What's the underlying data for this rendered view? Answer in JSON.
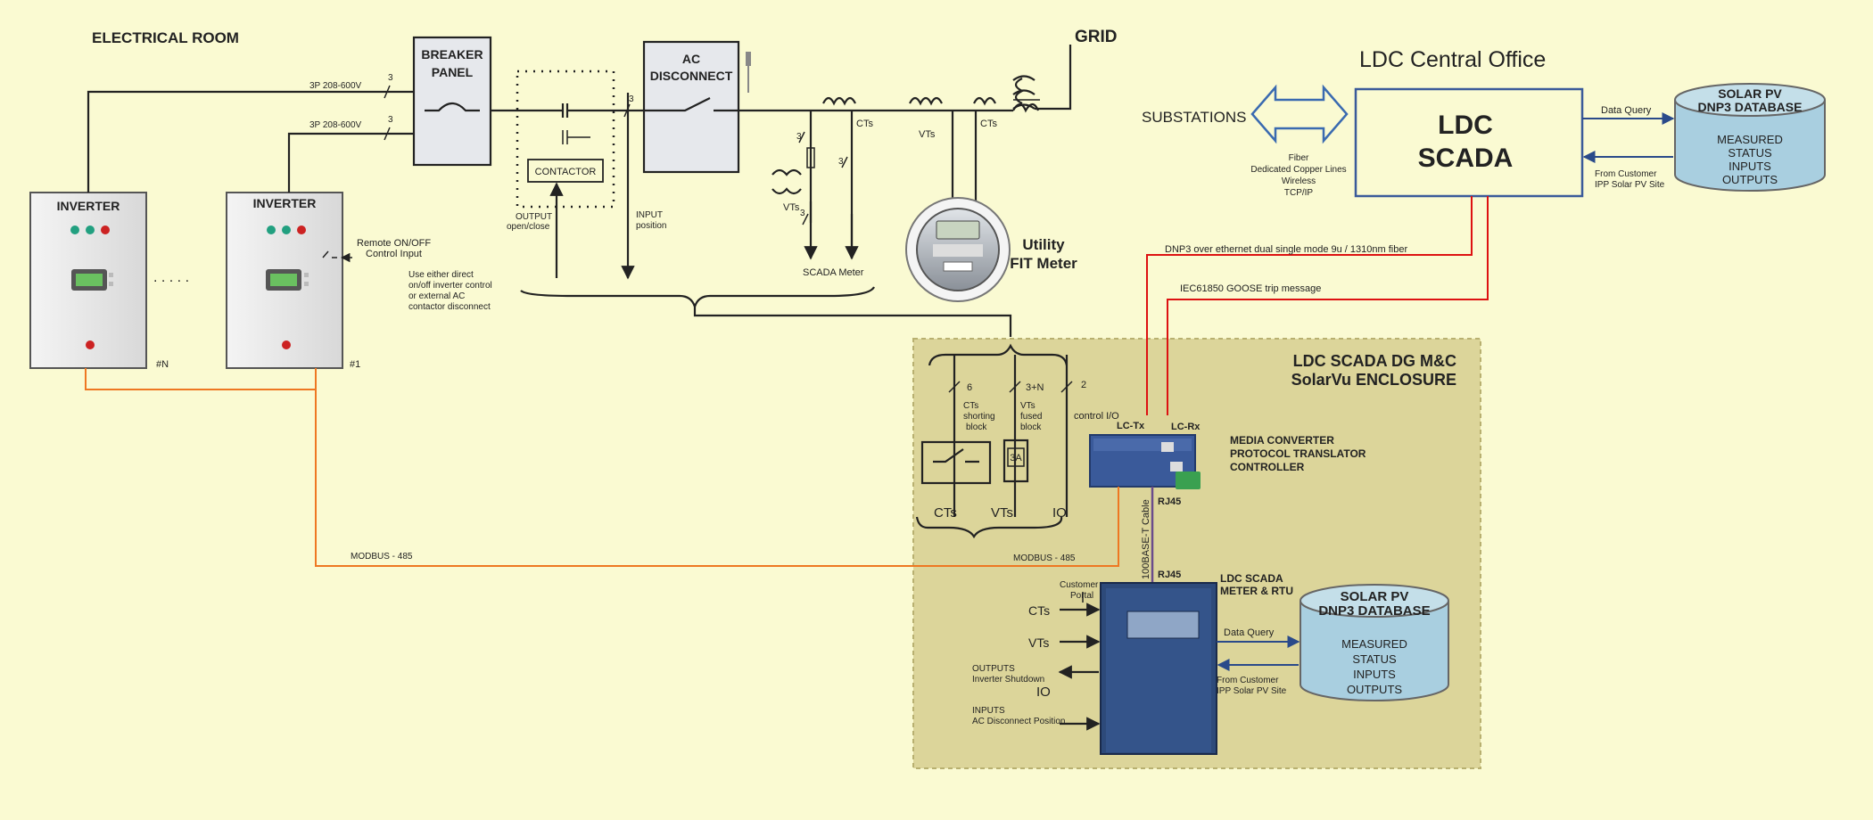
{
  "labels": {
    "electrical_room": "ELECTRICAL ROOM",
    "grid": "GRID",
    "ldc_central_office": "LDC Central Office",
    "substations": "SUBSTATIONS",
    "scada_line1": "LDC",
    "scada_line2": "SCADA",
    "link_types": [
      "Fiber",
      "Dedicated Copper Lines",
      "Wireless",
      "TCP/IP"
    ],
    "db_top_title": [
      "SOLAR PV",
      "DNP3 DATABASE"
    ],
    "db_top_items": [
      "MEASURED",
      "STATUS",
      "INPUTS",
      "OUTPUTS"
    ],
    "data_query": "Data Query",
    "from_customer": [
      "From Customer",
      "IPP Solar PV Site"
    ],
    "breaker_panel": [
      "BREAKER",
      "PANEL"
    ],
    "ac_disconnect": [
      "AC",
      "DISCONNECT"
    ],
    "contactor": "CONTACTOR",
    "feed_label": "3P 208-600V",
    "n3": "3",
    "n6": "6",
    "n3n": "3+N",
    "n2": "2",
    "inverter": "INVERTER",
    "inv_n": "#N",
    "inv_1": "#1",
    "ellipsis": ". . . . .",
    "remote_onoff": [
      "Remote ON/OFF",
      "Control Input"
    ],
    "use_either": [
      "Use either direct",
      "on/off inverter control",
      "or external AC",
      "contactor disconnect"
    ],
    "output_oc": [
      "OUTPUT",
      "open/close"
    ],
    "input_pos": [
      "INPUT",
      "position"
    ],
    "cts": "CTs",
    "vts": "VTs",
    "scada_meter": "SCADA Meter",
    "utility_fit": [
      "Utility",
      "FIT Meter"
    ],
    "dnp3_fiber": "DNP3 over ethernet dual single mode 9u / 1310nm  fiber",
    "goose": "IEC61850 GOOSE trip message",
    "enclosure_title": [
      "LDC SCADA DG M&C",
      "SolarVu ENCLOSURE"
    ],
    "lc_tx": "LC-Tx",
    "lc_rx": "LC-Rx",
    "media_conv": [
      "MEDIA CONVERTER",
      "PROTOCOL TRANSLATOR",
      "CONTROLLER"
    ],
    "cts_block": [
      "CTs",
      "shorting",
      "block"
    ],
    "vts_block": [
      "VTs",
      "fused",
      "block"
    ],
    "control_io": "control I/O",
    "fuse_3a": "3A",
    "big_cts": "CTs",
    "big_vts": "VTs",
    "big_io": "IO",
    "rj45": "RJ45",
    "cable": "100BASE-T  Cable",
    "modbus": "MODBUS - 485",
    "rtu": [
      "LDC SCADA",
      "METER & RTU"
    ],
    "customer_portal": [
      "Customer",
      "Portal"
    ],
    "rtu_cts": "CTs",
    "rtu_vts": "VTs",
    "outputs_inv": [
      "OUTPUTS",
      "Inverter Shutdown"
    ],
    "rtu_io": "IO",
    "inputs_ac": [
      "INPUTS",
      "AC Disconnect Position"
    ],
    "db_bot_title": [
      "SOLAR PV",
      "DNP3 DATABASE"
    ],
    "db_bot_items": [
      "MEASURED",
      "STATUS",
      "INPUTS",
      "OUTPUTS"
    ]
  },
  "colors": {
    "background": "#fafad2",
    "enclosure": "#dcd59a",
    "scada_box_border": "#3a5a9a",
    "database": "#a9cfe0",
    "rtu": "#2d4a7a",
    "fiber": "#dd1111",
    "modbus": "#ee7722",
    "ethernet": "#6a4c8c"
  }
}
